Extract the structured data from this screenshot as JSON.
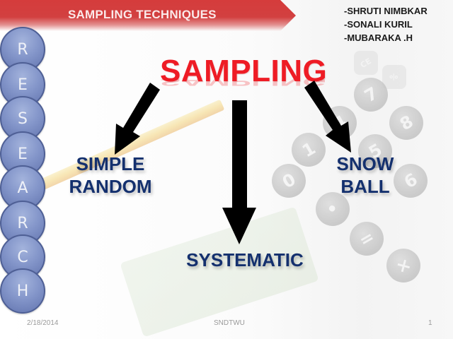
{
  "header": {
    "title": "SAMPLING TECHNIQUES",
    "banner_color": "#d53c3c"
  },
  "authors": [
    "-SHRUTI NIMBKAR",
    "-SONALI KURIL",
    "-MUBARAKA .H"
  ],
  "sidebar": {
    "letters": [
      "R",
      "E",
      "S",
      "E",
      "A",
      "R",
      "C",
      "H"
    ],
    "circle_color": "#8496ca"
  },
  "main": {
    "title": "SAMPLING",
    "title_color": "#ee1c25",
    "branches": [
      {
        "line1": "SIMPLE",
        "line2": "RANDOM"
      },
      {
        "line1": "SYSTEMATIC"
      },
      {
        "line1": "SNOW",
        "line2": "BALL"
      }
    ],
    "label_color": "#14306e"
  },
  "background": {
    "calculator_keys": [
      "7",
      "8",
      "4",
      "5",
      "1",
      "6",
      "0",
      "•",
      "=",
      "×",
      "CE",
      "%"
    ]
  },
  "footer": {
    "date": "2/18/2014",
    "center": "SNDTWU",
    "page": "1"
  }
}
